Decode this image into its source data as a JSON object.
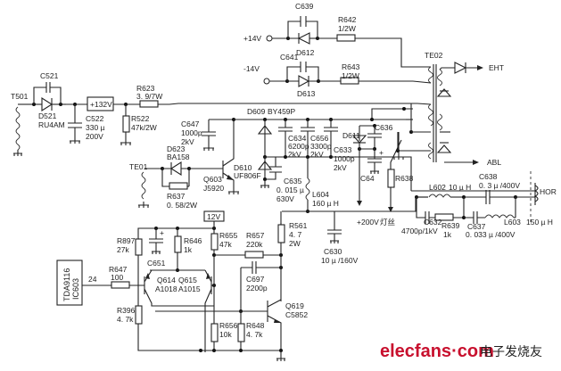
{
  "diagram": {
    "title": "Horizontal output / flyback circuit (TDA9116 IC603)",
    "components": {
      "T501": "T501",
      "C521": "C521",
      "D521": "D521",
      "D521_val": "RU4AM",
      "C522": "C522",
      "C522_val1": "330 µ",
      "C522_val2": "200V",
      "V132": "+132V",
      "R623": "R623",
      "R623_val": "3. 9/7W",
      "R522": "R522",
      "R522_val": "47k/2W",
      "C647": "C647",
      "C647_val1": "1000p",
      "C647_val2": "2kV",
      "D623": "D623",
      "D623_val": "BA158",
      "TE01": "TE01",
      "R637": "R637",
      "R637_val": "0. 58/2W",
      "Q603": "Q603",
      "Q603_val": "J5920",
      "D610": "D610",
      "D610_val": "UF806F",
      "D609": "D609",
      "D609_val": "BY459P",
      "C634": "C634",
      "C634_val1": "6200p",
      "C634_val2": "2kV",
      "C656": "C656",
      "C656_val1": "3300p",
      "C656_val2": "2kV",
      "C635": "C635",
      "C635_val1": "0. 015 µ",
      "C635_val2": "630V",
      "L604": "L604",
      "L604_val": "160 µ H",
      "C639": "C639",
      "R642": "R642",
      "R642_val": "1/2W",
      "D612": "D612",
      "V14p": "+14V",
      "V14n": "-14V",
      "C641": "C641",
      "D613": "D613",
      "R643": "R643",
      "R643_val": "1/2W",
      "TE02": "TE02",
      "EHT": "EHT",
      "ABL": "ABL",
      "D611": "D611",
      "C636": "C636",
      "C633": "C633",
      "C633_val1": "1000p",
      "C633_val2": "2kV",
      "C64": "C64",
      "R638": "R638",
      "C638": "C638",
      "C638_val": "0. 3 µ /400V",
      "HOR": "HOR",
      "L602": "L602",
      "L602_val": "10 µ H",
      "V200": "+200V",
      "filament": "灯丝",
      "C632": "C632",
      "C632_val": "4700p/1kV",
      "R639": "R639",
      "R639_val": "1k",
      "C637": "C637",
      "C637_val": "0. 033 µ /400V",
      "L603": "L603",
      "L603_val": "150 µ H",
      "V12": "12V",
      "R897": "R897",
      "R897_val": "27k",
      "C651": "C651",
      "R646": "R646",
      "R646_val": "1k",
      "R655": "R655",
      "R655_val": "47k",
      "R657": "R657",
      "R657_val": "220k",
      "R561": "R561",
      "R561_val1": "4. 7",
      "R561_val2": "2W",
      "C630": "C630",
      "C630_val": "10 µ /160V",
      "IC_line1": "TDA9116",
      "IC_line2": "IC603",
      "pin": "24",
      "R647": "R647",
      "R647_val": "100",
      "Q614": "Q614",
      "Q614_val": "A1018",
      "Q615": "Q615",
      "Q615_val": "A1015",
      "C697": "C697",
      "C697_val": "2200p",
      "R396": "R396",
      "R396_val": "4. 7k",
      "R656": "R656",
      "R656_val": "10k",
      "R648": "R648",
      "R648_val": "4. 7k",
      "Q619": "Q619",
      "Q619_val": "C5852"
    }
  },
  "watermark": {
    "brand": "elecfans",
    "dot": "·",
    "tld": "com",
    "cn": "电子发烧友"
  }
}
